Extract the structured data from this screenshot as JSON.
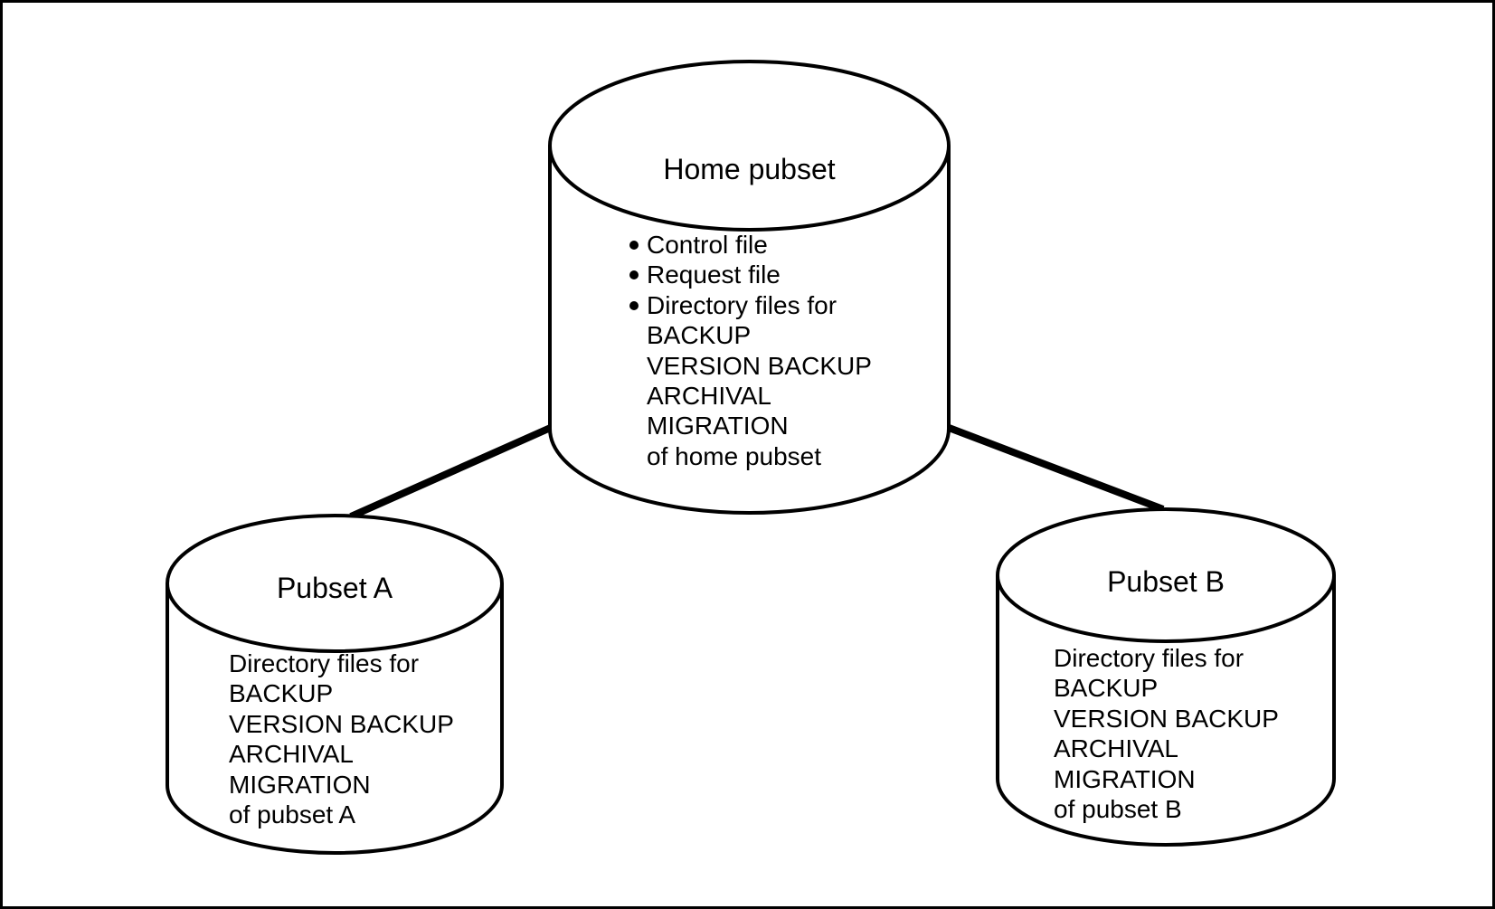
{
  "colors": {
    "ink": "#000000",
    "background": "#ffffff"
  },
  "home": {
    "title": "Home pubset",
    "bullet_items": [
      "Control file",
      "Request file",
      "Directory files for"
    ],
    "detail_lines": [
      "BACKUP",
      "VERSION BACKUP",
      "ARCHIVAL",
      "MIGRATION",
      "of home pubset"
    ]
  },
  "pubset_a": {
    "title": "Pubset A",
    "lines": [
      "Directory files for",
      "BACKUP",
      "VERSION BACKUP",
      "ARCHIVAL",
      "MIGRATION",
      "of pubset A"
    ]
  },
  "pubset_b": {
    "title": "Pubset B",
    "lines": [
      "Directory files for",
      "BACKUP",
      "VERSION BACKUP",
      "ARCHIVAL",
      "MIGRATION",
      "of pubset B"
    ]
  }
}
